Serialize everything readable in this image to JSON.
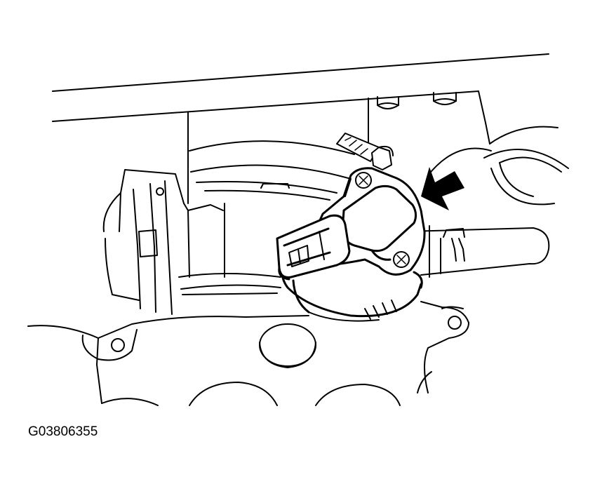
{
  "figure": {
    "code": "G03806355",
    "components": [
      "engine-cover-upper",
      "throttle-body",
      "throttle-position-sensor",
      "sensor-connector",
      "sensor-mounting-screw-upper",
      "sensor-mounting-screw-lower",
      "hose-clamp",
      "coolant-hose",
      "hose-spring-clamp",
      "intake-manifold",
      "indicator-arrow"
    ],
    "line_color": "#000000",
    "background_color": "#ffffff"
  }
}
